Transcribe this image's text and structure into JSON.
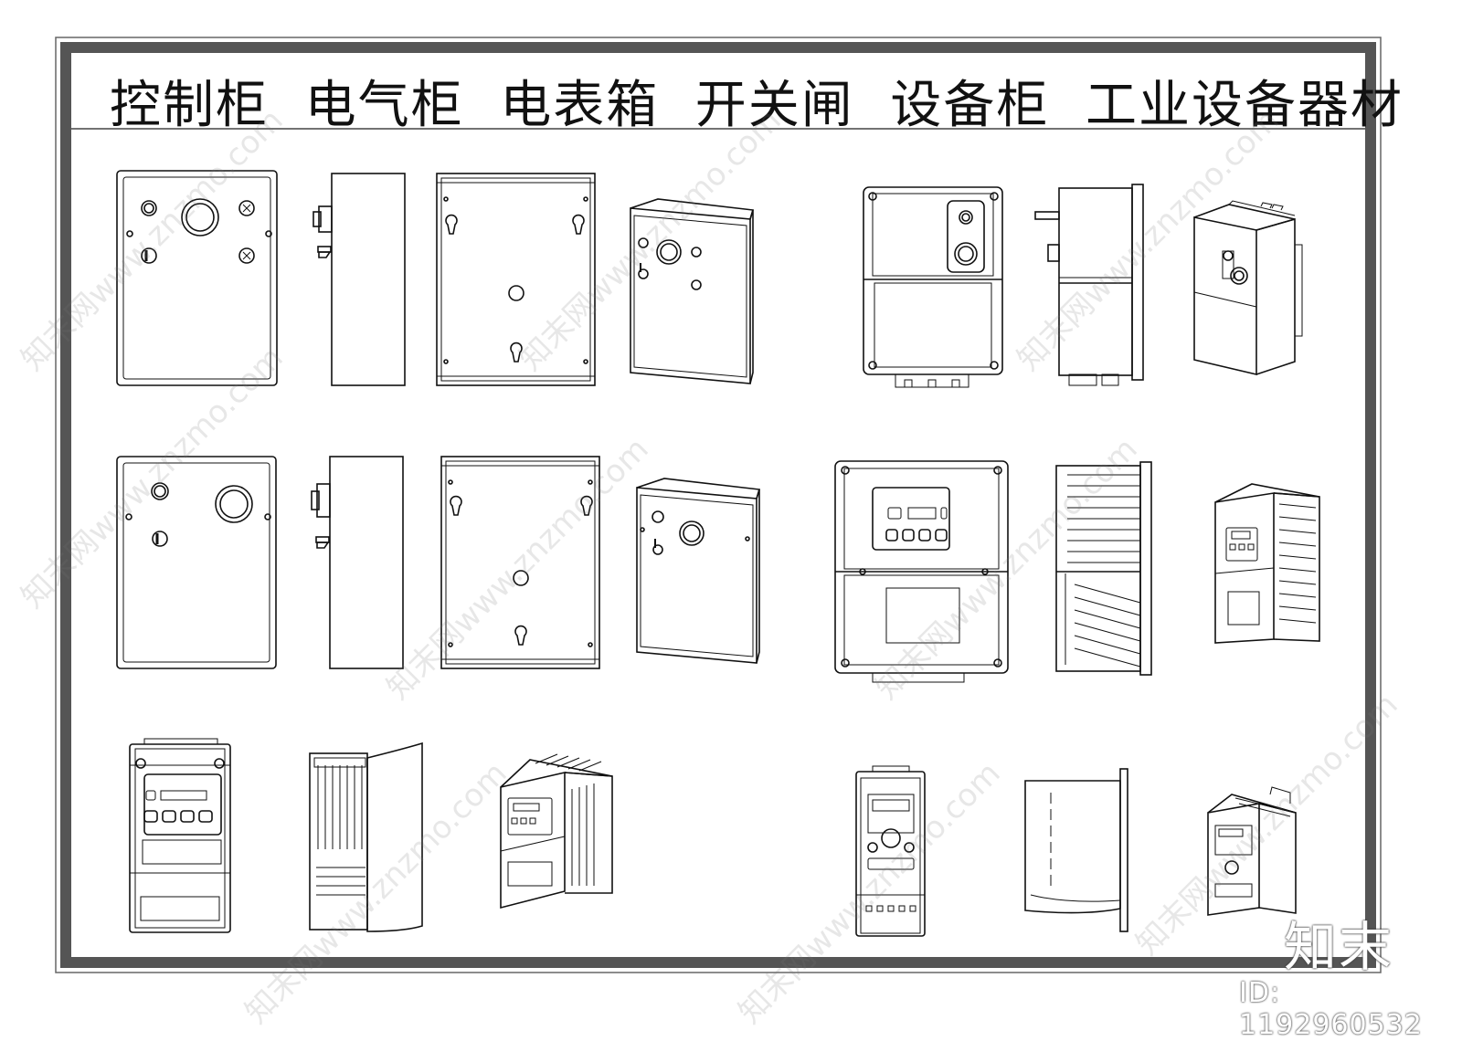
{
  "title": "控制柜  电气柜  电表箱  开关闸  设备柜  工业设备器材",
  "watermark_text": "知末网www.znzmo.com",
  "brand": "知末",
  "image_id": "ID: 1192960532",
  "colors": {
    "frame": "#555555",
    "line": "#111111",
    "background": "#ffffff"
  },
  "figure_groups": [
    "control-box-front",
    "control-box-side",
    "control-box-back",
    "control-box-iso",
    "inverter-sealed-front",
    "inverter-sealed-side",
    "inverter-sealed-iso",
    "control-box-2-front",
    "control-box-2-side",
    "control-box-2-back",
    "control-box-2-iso",
    "inverter-keypad-front",
    "inverter-keypad-side",
    "inverter-keypad-iso",
    "drive-small-front",
    "drive-small-side",
    "drive-small-iso",
    "drive-slim-front",
    "drive-slim-side",
    "drive-slim-iso"
  ]
}
